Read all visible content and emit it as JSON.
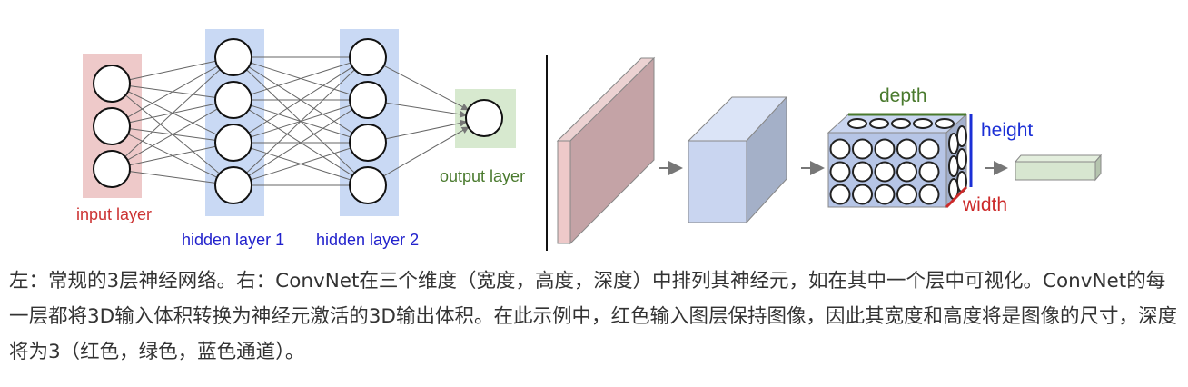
{
  "left_diagram": {
    "input_label": "input layer",
    "hidden1_label": "hidden layer 1",
    "hidden2_label": "hidden layer 2",
    "output_label": "output layer",
    "colors": {
      "input": "#eec9c9",
      "hidden": "#c9d9f4",
      "output": "#d7e9cf",
      "input_text": "#cc3333",
      "hidden_text": "#2222cc",
      "output_text": "#4a7a2e"
    }
  },
  "right_diagram": {
    "depth_label": "depth",
    "height_label": "height",
    "width_label": "width",
    "colors": {
      "depth": "#4a7a2e",
      "height": "#1b2fd6",
      "width": "#cc2a2a",
      "input_slab": "#c4a3a6",
      "conv_box": "#c9d5f0",
      "output_box": "#d7e6d0"
    }
  },
  "caption": "左：常规的3层神经网络。右：ConvNet在三个维度（宽度，高度，深度）中排列其神经元，如在其中一个层中可视化。ConvNet的每一层都将3D输入体积转换为神经元激活的3D输出体积。在此示例中，红色输入图层保持图像，因此其宽度和高度将是图像的尺寸，深度将为3（红色，绿色，蓝色通道）。"
}
